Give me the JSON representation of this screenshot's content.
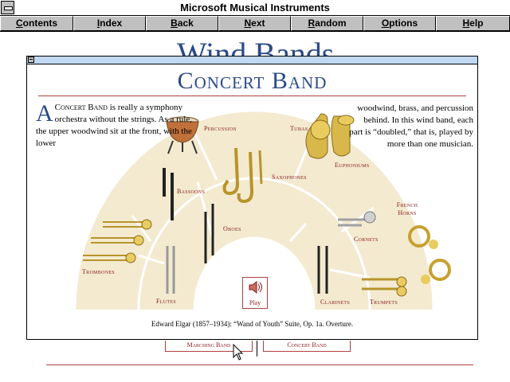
{
  "window": {
    "title": "Microsoft Musical Instruments"
  },
  "toolbar": {
    "buttons": [
      {
        "label": "Contents",
        "accel": "C"
      },
      {
        "label": "Index",
        "accel": "I"
      },
      {
        "label": "Back",
        "accel": "B"
      },
      {
        "label": "Next",
        "accel": "N"
      },
      {
        "label": "Random",
        "accel": "R"
      },
      {
        "label": "Options",
        "accel": "O"
      },
      {
        "label": "Help",
        "accel": "H"
      }
    ]
  },
  "background": {
    "title": "Wind Bands",
    "links": [
      "Marching Band",
      "Concert Band"
    ]
  },
  "popup": {
    "title": "Concert Band",
    "intro_dropcap": "A",
    "intro_smallcaps": "Concert Band",
    "intro_rest": "is really a symphony orchestra without the strings. As a rule, the upper woodwind sit at the front, with the lower",
    "intro_right": "woodwind, brass, and percussion behind. In this wind band, each part is “doubled,” that is, played by more than one musician.",
    "sections": {
      "percussion": "Percussion",
      "tubas": "Tubas",
      "euphoniums": "Euphoniums",
      "saxophones": "Saxophones",
      "bassoons": "Bassoons",
      "french_horns": "French Horns",
      "trombones": "Trombones",
      "oboes": "Oboes",
      "cornets": "Cornets",
      "flutes": "Flutes",
      "clarinets": "Clarinets",
      "trumpets": "Trumpets"
    },
    "play_label": "Play",
    "caption": "Edward Elgar (1857–1934): “Wand of Youth” Suite, Op. 1a. Overture."
  },
  "icons": {
    "close": "close-icon",
    "speaker": "speaker-icon",
    "cursor": "mouse-pointer-icon"
  },
  "colors": {
    "title_blue": "#2a4a8a",
    "label_red": "#8a1a1a",
    "stage_cream": "#f3ead0"
  }
}
